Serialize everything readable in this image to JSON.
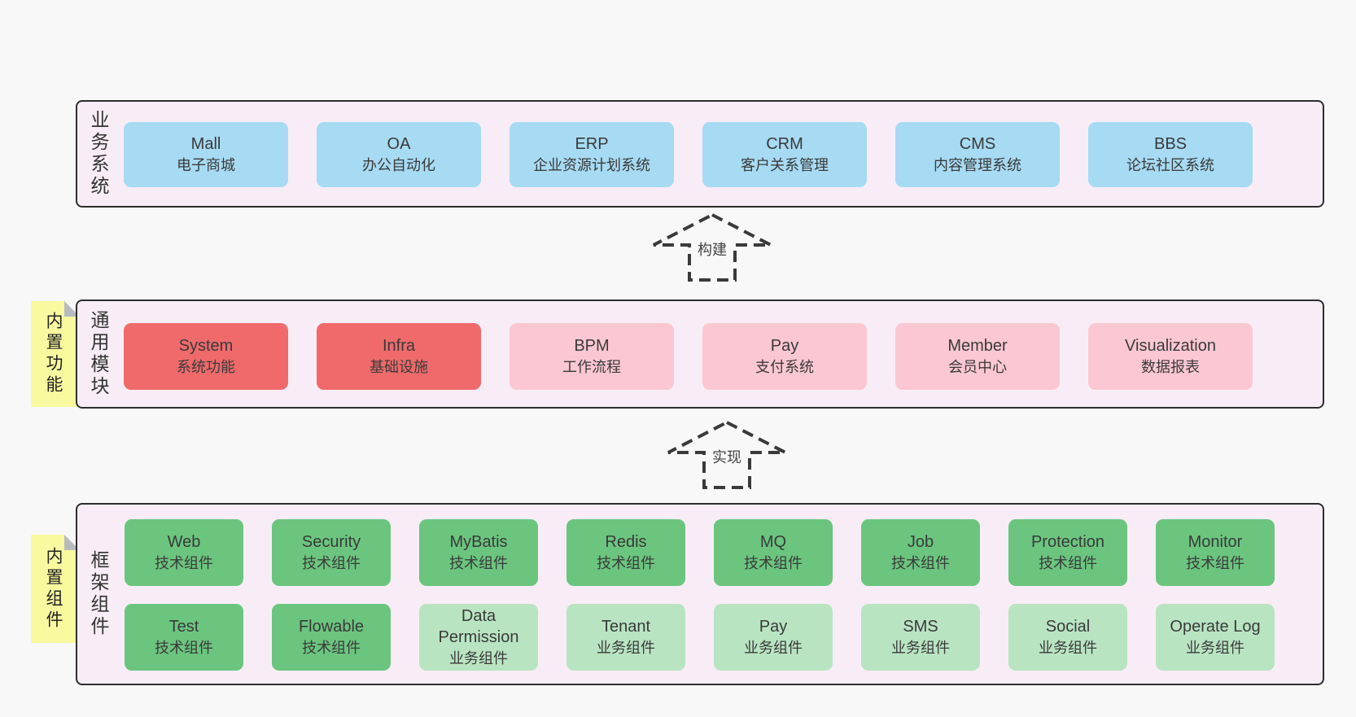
{
  "colors": {
    "page_bg": "#f8f8f8",
    "panel_bg": "#f8edf6",
    "panel_border": "#2d2d2d",
    "text": "#3a3a3a",
    "sticky_yellow": "#f9f9a0",
    "blue": "#a7daf3",
    "red": "#f06a6b",
    "pink": "#fbc7d2",
    "green": "#6bc57f",
    "light_green": "#b9e4c2"
  },
  "stickies": [
    {
      "label": "内置功能"
    },
    {
      "label": "内置组件"
    }
  ],
  "arrows": [
    {
      "label": "构建"
    },
    {
      "label": "实现"
    }
  ],
  "sections": [
    {
      "label": "业务系统",
      "rows": [
        [
          {
            "en": "Mall",
            "zh": "电子商城",
            "type": "blue"
          },
          {
            "en": "OA",
            "zh": "办公自动化",
            "type": "blue"
          },
          {
            "en": "ERP",
            "zh": "企业资源计划系统",
            "type": "blue"
          },
          {
            "en": "CRM",
            "zh": "客户关系管理",
            "type": "blue"
          },
          {
            "en": "CMS",
            "zh": "内容管理系统",
            "type": "blue"
          },
          {
            "en": "BBS",
            "zh": "论坛社区系统",
            "type": "blue"
          }
        ]
      ]
    },
    {
      "label": "通用模块",
      "rows": [
        [
          {
            "en": "System",
            "zh": "系统功能",
            "type": "red"
          },
          {
            "en": "Infra",
            "zh": "基础设施",
            "type": "red"
          },
          {
            "en": "BPM",
            "zh": "工作流程",
            "type": "pink"
          },
          {
            "en": "Pay",
            "zh": "支付系统",
            "type": "pink"
          },
          {
            "en": "Member",
            "zh": "会员中心",
            "type": "pink"
          },
          {
            "en": "Visualization",
            "zh": "数据报表",
            "type": "pink"
          }
        ]
      ]
    },
    {
      "label": "框架组件",
      "rows": [
        [
          {
            "en": "Web",
            "zh": "技术组件",
            "type": "green"
          },
          {
            "en": "Security",
            "zh": "技术组件",
            "type": "green"
          },
          {
            "en": "MyBatis",
            "zh": "技术组件",
            "type": "green"
          },
          {
            "en": "Redis",
            "zh": "技术组件",
            "type": "green"
          },
          {
            "en": "MQ",
            "zh": "技术组件",
            "type": "green"
          },
          {
            "en": "Job",
            "zh": "技术组件",
            "type": "green"
          },
          {
            "en": "Protection",
            "zh": "技术组件",
            "type": "green"
          },
          {
            "en": "Monitor",
            "zh": "技术组件",
            "type": "green"
          }
        ],
        [
          {
            "en": "Test",
            "zh": "技术组件",
            "type": "green"
          },
          {
            "en": "Flowable",
            "zh": "技术组件",
            "type": "green"
          },
          {
            "en": "Data Permission",
            "zh": "业务组件",
            "type": "light_green"
          },
          {
            "en": "Tenant",
            "zh": "业务组件",
            "type": "light_green"
          },
          {
            "en": "Pay",
            "zh": "业务组件",
            "type": "light_green"
          },
          {
            "en": "SMS",
            "zh": "业务组件",
            "type": "light_green"
          },
          {
            "en": "Social",
            "zh": "业务组件",
            "type": "light_green"
          },
          {
            "en": "Operate Log",
            "zh": "业务组件",
            "type": "light_green"
          }
        ]
      ]
    }
  ]
}
